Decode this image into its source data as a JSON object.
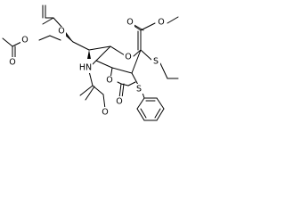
{
  "molecule": {
    "atom_labels": {
      "o_acetyl_top": "O",
      "o_ether_top": "O",
      "o_acetyl_left": "O",
      "o_ester_top": "O",
      "o_ester_methyl": "O",
      "o_ring": "O",
      "s_ethyl": "S",
      "nh": "HN",
      "o_acetyl_mid": "O",
      "o_acetyl_mid2": "O",
      "s_phenyl": "S",
      "o_amide": "O"
    }
  }
}
